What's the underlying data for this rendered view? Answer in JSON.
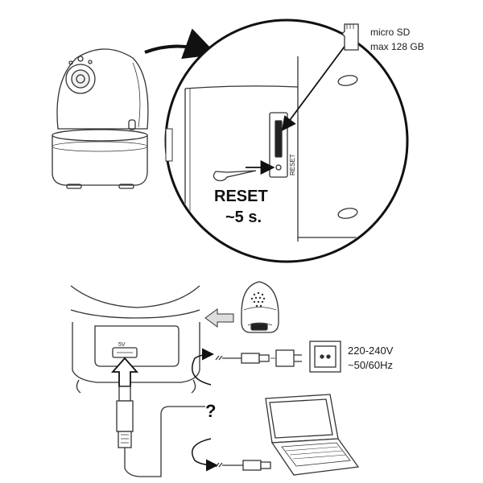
{
  "sd_card": {
    "line1": "micro SD",
    "line2": "max 128 GB"
  },
  "slot_label": "RESET",
  "reset_instruction": {
    "line1": "RESET",
    "line2": "~5 s."
  },
  "port_label": "5V",
  "power_spec": {
    "line1": "220-240V",
    "line2": "~50/60Hz"
  },
  "connection_question": "?"
}
